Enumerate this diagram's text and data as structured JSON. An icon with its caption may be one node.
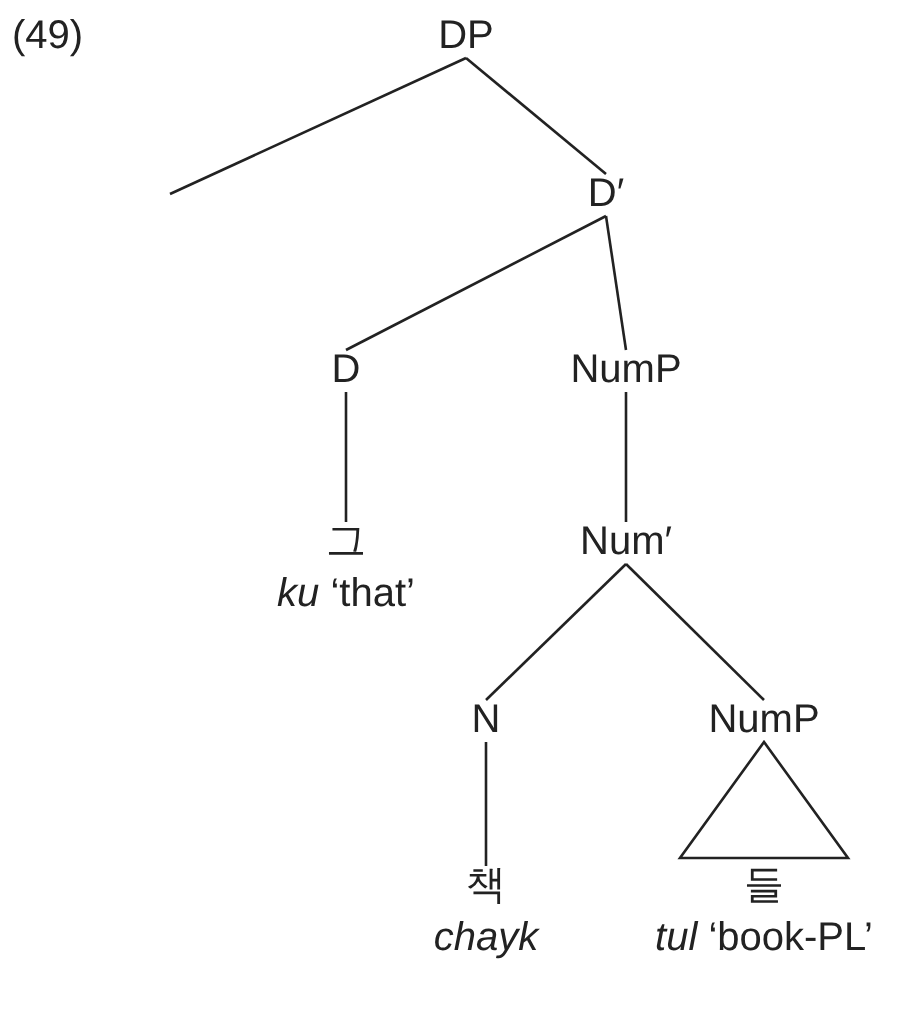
{
  "diagram": {
    "nodes": [
      {
        "text": [
          "DP"
        ]
      },
      {
        "text": [
          "D′"
        ]
      },
      {
        "text": [
          "D"
        ]
      },
      {
        "text": [
          "NumP"
        ]
      },
      {
        "text": [
          "그",
          "*ku* ‘that’"
        ]
      },
      {
        "text": [
          "Num′"
        ]
      },
      {
        "text": [
          "N"
        ]
      },
      {
        "text": [
          "NumP"
        ]
      },
      {
        "text": [
          "책",
          "chayk"
        ]
      },
      {
        "text": [
          "들",
          "*tul* ‘book-PL’"
        ]
      }
    ],
    "edges": [
      {
        "from": 0,
        "to": null,
        "arrow": "none"
      },
      {
        "from": 0,
        "to": 1,
        "arrow": "none"
      },
      {
        "from": 1,
        "to": 2,
        "arrow": "none"
      },
      {
        "from": 1,
        "to": 3,
        "arrow": "none"
      },
      {
        "from": 2,
        "to": 4,
        "arrow": "none"
      },
      {
        "from": 3,
        "to": 5,
        "arrow": "none"
      },
      {
        "from": 5,
        "to": 6,
        "arrow": "none"
      },
      {
        "from": 5,
        "to": 7,
        "arrow": "none"
      },
      {
        "from": 6,
        "to": 8,
        "arrow": "none"
      },
      {
        "from": 7,
        "to": 9,
        "arrow": "none"
      }
    ],
    "labels": [
      "(49)"
    ]
  }
}
